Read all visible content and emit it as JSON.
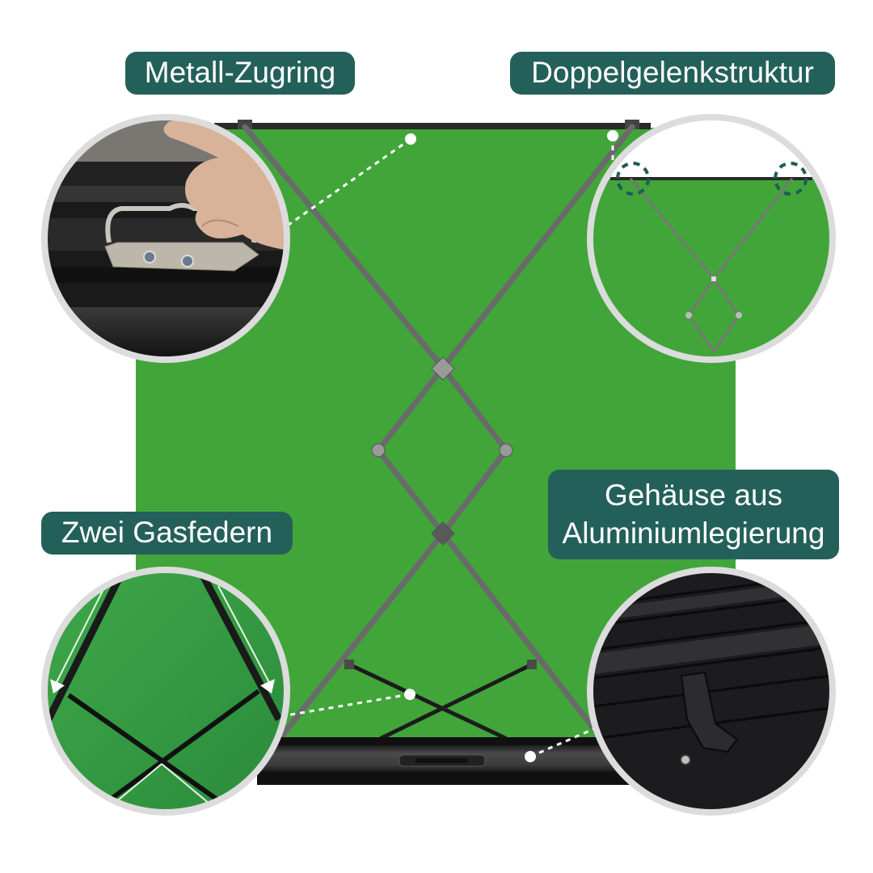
{
  "product": {
    "type": "Collapsible green screen",
    "screen_color": "#41a53a",
    "frame_color": "#2b2b2b",
    "housing_color": "#3a3a3a",
    "label_bg_color": "#24605a",
    "label_text_color": "#ffffff",
    "ring_color": "#dddddd"
  },
  "callouts": [
    {
      "id": "metal-pull-ring",
      "lines": [
        "Metall-Zugring"
      ],
      "detail": "Metal handle on housing gripped by hand"
    },
    {
      "id": "double-joint-structure",
      "lines": [
        "Doppelgelenkstruktur"
      ],
      "detail": "Top bar with X-shaped scissor arms, joints highlighted with dashed circles"
    },
    {
      "id": "two-gas-springs",
      "lines": [
        "Zwei Gasfedern"
      ],
      "detail": "Two crossed gas spring struts with arrows"
    },
    {
      "id": "aluminium-housing",
      "lines": [
        "Gehäuse aus",
        "Aluminiumlegierung"
      ],
      "detail": "Black ribbed aluminium housing with latch"
    }
  ]
}
